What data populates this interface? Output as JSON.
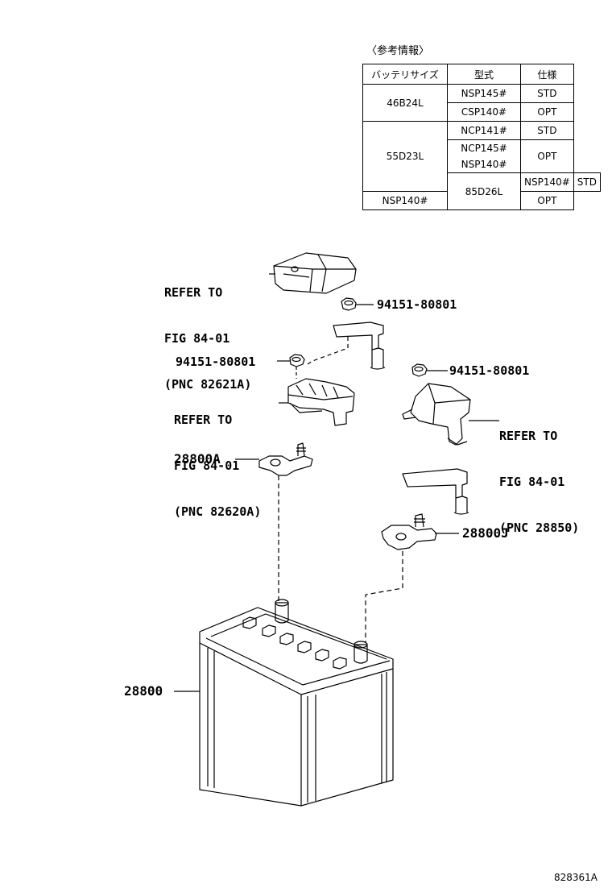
{
  "reference_info": {
    "title": "〈参考情報〉",
    "headers": [
      "バッテリサイズ",
      "型式",
      "仕様"
    ],
    "groups": [
      {
        "size": "46B24L",
        "rows": [
          {
            "model": "NSP145#",
            "spec": "STD"
          },
          {
            "model": "CSP140#",
            "spec": "OPT"
          }
        ]
      },
      {
        "size": "55D23L",
        "rows": [
          {
            "model": "NCP141#",
            "spec": "STD"
          },
          {
            "model": "NCP145#",
            "spec": "OPT"
          },
          {
            "model": "NSP140#",
            "spec": ""
          }
        ]
      },
      {
        "size": "85D26L",
        "rows": [
          {
            "model": "NSP140#",
            "spec": "STD"
          },
          {
            "model": "NSP140#",
            "spec": "OPT"
          }
        ]
      }
    ]
  },
  "labels": {
    "ref_82621a": [
      "REFER TO",
      "FIG 84-01",
      "(PNC 82621A)"
    ],
    "ref_82620a": [
      "REFER TO",
      "FIG 84-01",
      "(PNC 82620A)"
    ],
    "ref_28850": [
      "REFER TO",
      "FIG 84-01",
      "(PNC 28850)"
    ],
    "nut_top": "94151-80801",
    "nut_left": "94151-80801",
    "nut_right": "94151-80801",
    "clamp_a": "28800A",
    "clamp_j": "28800J",
    "battery": "28800"
  },
  "figure_id": "828361A"
}
